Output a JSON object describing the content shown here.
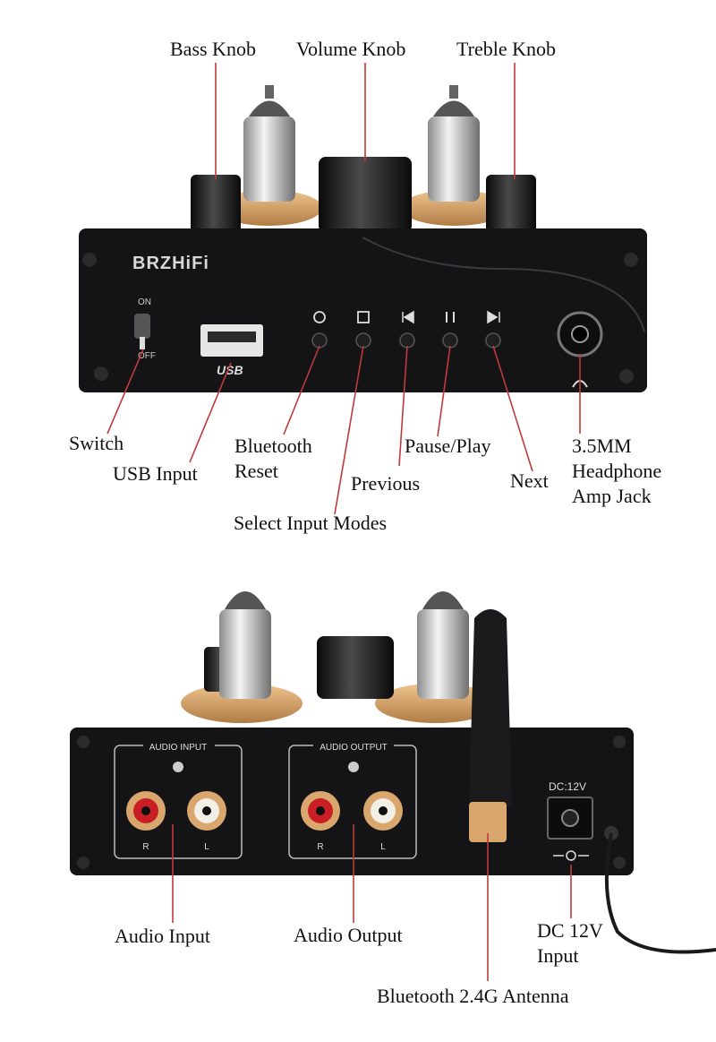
{
  "brand": "BRZHiFi",
  "front": {
    "labels": {
      "bass": "Bass Knob",
      "volume": "Volume Knob",
      "treble": "Treble Knob",
      "switch": "Switch",
      "usb": "USB Input",
      "bt_reset_1": "Bluetooth",
      "bt_reset_2": "Reset",
      "select_modes": "Select Input Modes",
      "previous": "Previous",
      "pause_play": "Pause/Play",
      "next": "Next",
      "jack_1": "3.5MM",
      "jack_2": "Headphone",
      "jack_3": "Amp Jack"
    },
    "panel_text": {
      "on": "ON",
      "off": "OFF",
      "usb_logo": "USB"
    }
  },
  "back": {
    "labels": {
      "audio_input": "Audio Input",
      "audio_output": "Audio Output",
      "dc_1": "DC 12V",
      "dc_2": "Input",
      "antenna": "Bluetooth 2.4G Antenna"
    },
    "panel_text": {
      "audio_input": "AUDIO INPUT",
      "audio_output": "AUDIO OUTPUT",
      "r": "R",
      "l": "L",
      "dc": "DC:12V"
    }
  },
  "colors": {
    "chassis": "#141416",
    "gold": "#d9a66e",
    "leader": "#c0393b",
    "rca_red": "#c81e24",
    "rca_white": "#f2efe6"
  }
}
